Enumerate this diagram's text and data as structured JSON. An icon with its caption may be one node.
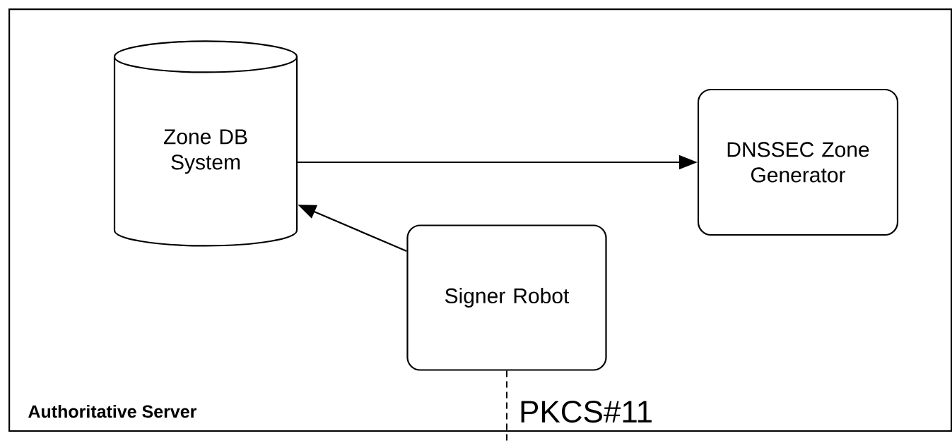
{
  "diagram": {
    "nodes": [
      {
        "text": [
          "Authoritative Server"
        ]
      },
      {
        "text": [
          "Zone DB System"
        ],
        "in": 0
      },
      {
        "text": [
          "DNSSEC Zone Generator"
        ],
        "in": 0
      },
      {
        "text": [
          "Signer Robot"
        ],
        "in": 0
      }
    ],
    "edges": [
      {
        "from": 1,
        "to": 2,
        "arrow": "to"
      },
      {
        "from": 3,
        "to": 1,
        "arrow": "to"
      },
      {
        "from": 3,
        "to": null,
        "arrow": "none",
        "label": "PKCS#11",
        "style": "dashed"
      }
    ]
  }
}
